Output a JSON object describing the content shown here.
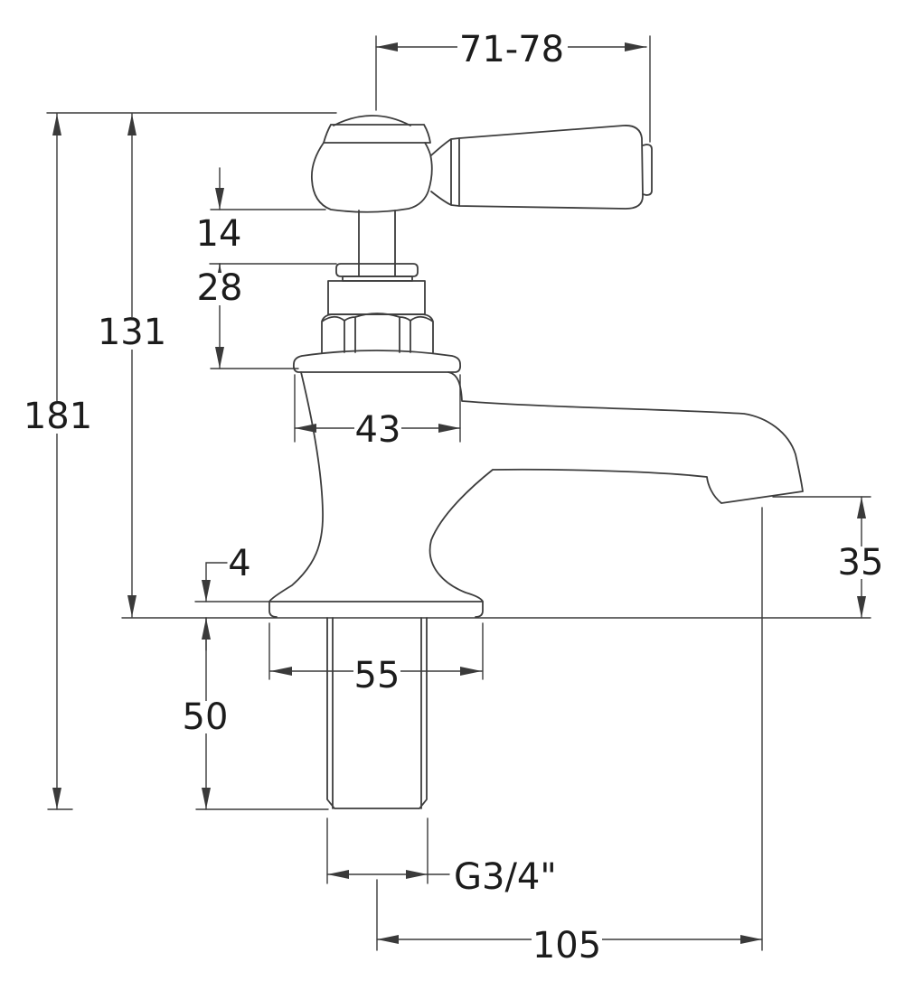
{
  "colors": {
    "line": "#3d3d3d",
    "dimension": "#3a3a3a",
    "text": "#1c1c1c",
    "background": "#ffffff"
  },
  "labels": {
    "handle_length": "71-78",
    "handle_rise": "14",
    "bonnet_height": "28",
    "deck_to_handle_top": "131",
    "overall_height": "181",
    "body_top_width": "43",
    "base_plate_thickness": "4",
    "spout_outlet_height": "35",
    "base_width": "55",
    "shank_length": "50",
    "thread_size": "G3/4\"",
    "spout_reach": "105"
  }
}
